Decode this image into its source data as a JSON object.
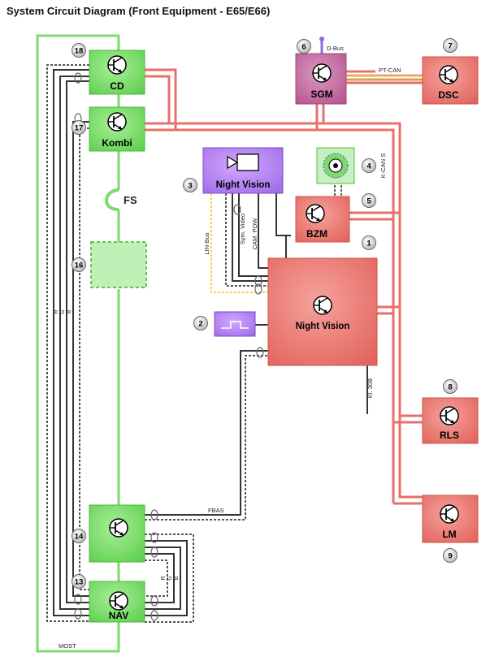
{
  "title": "System Circuit Diagram (Front Equipment - E65/E66)",
  "colors": {
    "green": "#7ddb6e",
    "red": "#ee7b75",
    "magenta": "#c36a9e",
    "purple": "#b57ef0",
    "most": "#7ddb6e",
    "lin": "#f2d24a",
    "ptcan": "#e8a86a"
  },
  "components": {
    "cd": {
      "label": "CD",
      "num": "18"
    },
    "kombi": {
      "label": "Kombi",
      "num": "17"
    },
    "sgm": {
      "label": "SGM",
      "num": "6"
    },
    "dsc": {
      "label": "DSC",
      "num": "7"
    },
    "nv_camera": {
      "label": "Night Vision",
      "num": "3"
    },
    "buzzer": {
      "num": "4"
    },
    "bzm": {
      "label": "BZM",
      "num": "5"
    },
    "nv_ecu": {
      "label": "Night Vision",
      "num": "1"
    },
    "switch": {
      "num": "2"
    },
    "rls": {
      "label": "RLS",
      "num": "8"
    },
    "lm": {
      "label": "LM",
      "num": "9"
    },
    "nav_upper": {
      "num": "14"
    },
    "nav": {
      "label": "NAV",
      "num": "13"
    },
    "dashed": {
      "num": "16"
    },
    "fs": {
      "label": "FS"
    }
  },
  "wire_labels": {
    "dbus": "D-Bus",
    "ptcan": "PT-CAN",
    "kcans": "K-CAN S",
    "linbus": "LIN-Bus",
    "symvideo": "Sym. Video",
    "campow": "CAM_POW",
    "kl30b": "Kl. 30B",
    "fbas": "FBAS",
    "most": "MOST",
    "rgb_left": [
      "R",
      "G",
      "B"
    ],
    "rgb_nav": [
      "R",
      "G",
      "B"
    ]
  },
  "icons": [
    "transistor-icon",
    "camera-icon",
    "speaker-icon",
    "switch-icon"
  ]
}
